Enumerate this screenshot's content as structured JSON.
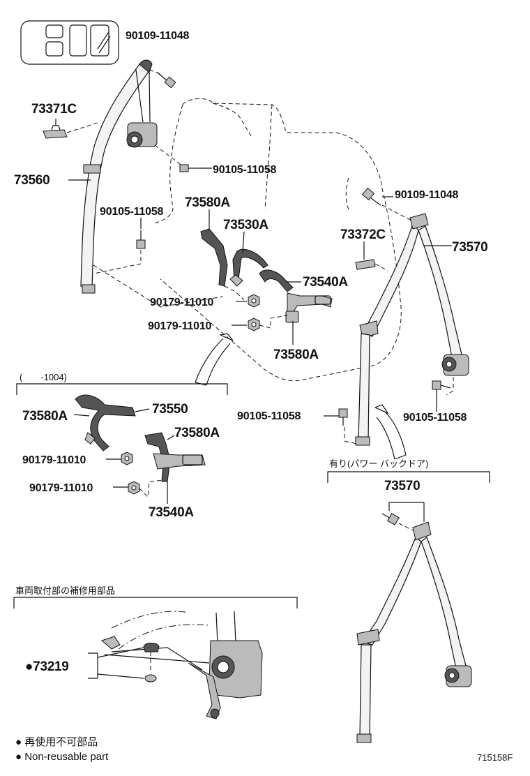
{
  "parts": {
    "bolt_90109_top": "90109-11048",
    "clip_73371C": "73371C",
    "belt_73560": "73560",
    "bolt_90105_a": "90105-11058",
    "bolt_90105_b": "90105-11058",
    "bracket_73580A_a": "73580A",
    "belt_73530A": "73530A",
    "belt_73540A_a": "73540A",
    "nut_90179_a": "90179-11010",
    "nut_90179_b": "90179-11010",
    "bracket_73580A_b": "73580A",
    "bolt_90109_right": "90109-11048",
    "clip_73372C": "73372C",
    "belt_73570_a": "73570",
    "bolt_90105_c": "90105-11058",
    "bolt_90105_d": "90105-11058",
    "bracket_73580A_c": "73580A",
    "belt_73550": "73550",
    "nut_90179_c": "90179-11010",
    "bracket_73580A_d": "73580A",
    "nut_90179_d": "90179-11010",
    "belt_73540A_b": "73540A",
    "belt_73570_b": "73570",
    "kit_73219": "●73219"
  },
  "notes": {
    "range_left": "(　　-1004)",
    "power_back_door": "有り(パワー バックドア)",
    "repair_parts": "車両取付部の補修用部品"
  },
  "legend": {
    "jp": "● 再使用不可部品",
    "en": "● Non-reusable part"
  },
  "figure_code": "715158F"
}
